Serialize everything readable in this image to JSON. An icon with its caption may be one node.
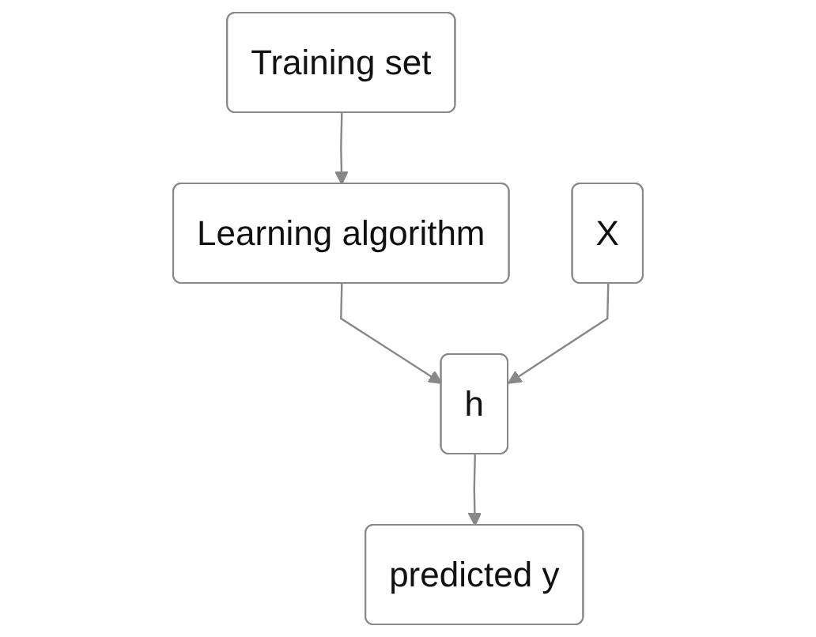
{
  "diagram": {
    "nodes": [
      {
        "text": [
          "Training set"
        ]
      },
      {
        "text": [
          "Learning algorithm"
        ]
      },
      {
        "text": [
          "X"
        ]
      },
      {
        "text": [
          "h"
        ]
      },
      {
        "text": [
          "predicted y"
        ]
      }
    ],
    "edges": [
      {
        "from": 0,
        "to": 1,
        "arrow": "to"
      },
      {
        "from": 1,
        "to": 3,
        "arrow": "to"
      },
      {
        "from": 2,
        "to": 3,
        "arrow": "to"
      },
      {
        "from": 3,
        "to": 4,
        "arrow": "to"
      }
    ]
  }
}
